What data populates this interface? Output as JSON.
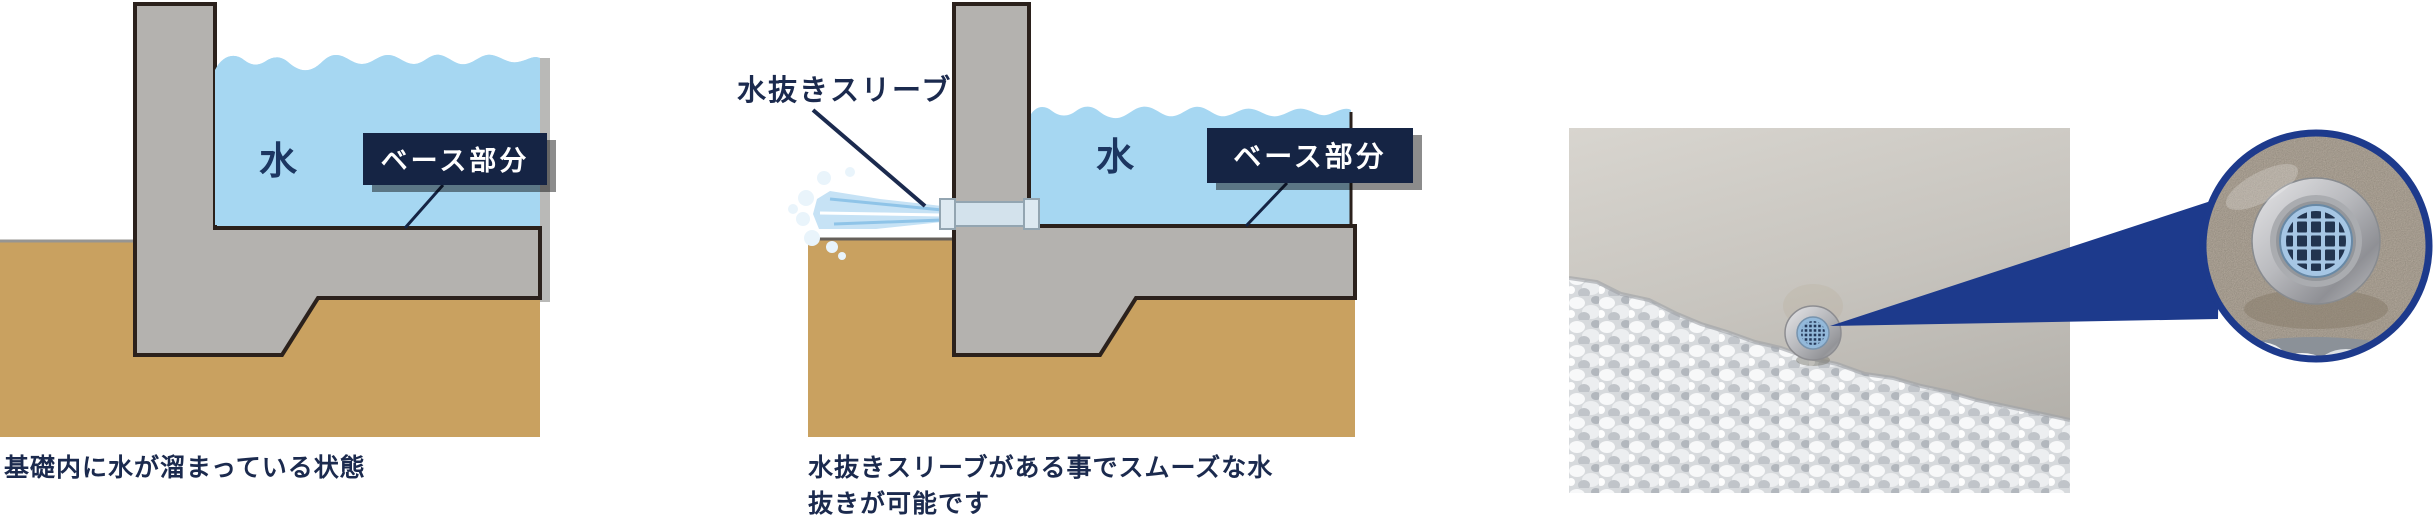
{
  "diagram1": {
    "water_label": "水",
    "base_label": "ベース部分",
    "caption": "基礎内に水が溜まっている状態"
  },
  "diagram2": {
    "water_label": "水",
    "base_label": "ベース部分",
    "sleeve_label": "水抜きスリーブ",
    "caption_line1": "水抜きスリーブがある事でスムーズな水",
    "caption_line2": "抜きが可能です"
  },
  "colors": {
    "water": "#a6d7f2",
    "soil": "#c9a160",
    "concrete": "#b4b2af",
    "outline": "#2b211c",
    "navy_box": "#152444",
    "caption_navy": "#1b2a4e",
    "accent_blue": "#1d3a8c",
    "white": "#ffffff"
  }
}
